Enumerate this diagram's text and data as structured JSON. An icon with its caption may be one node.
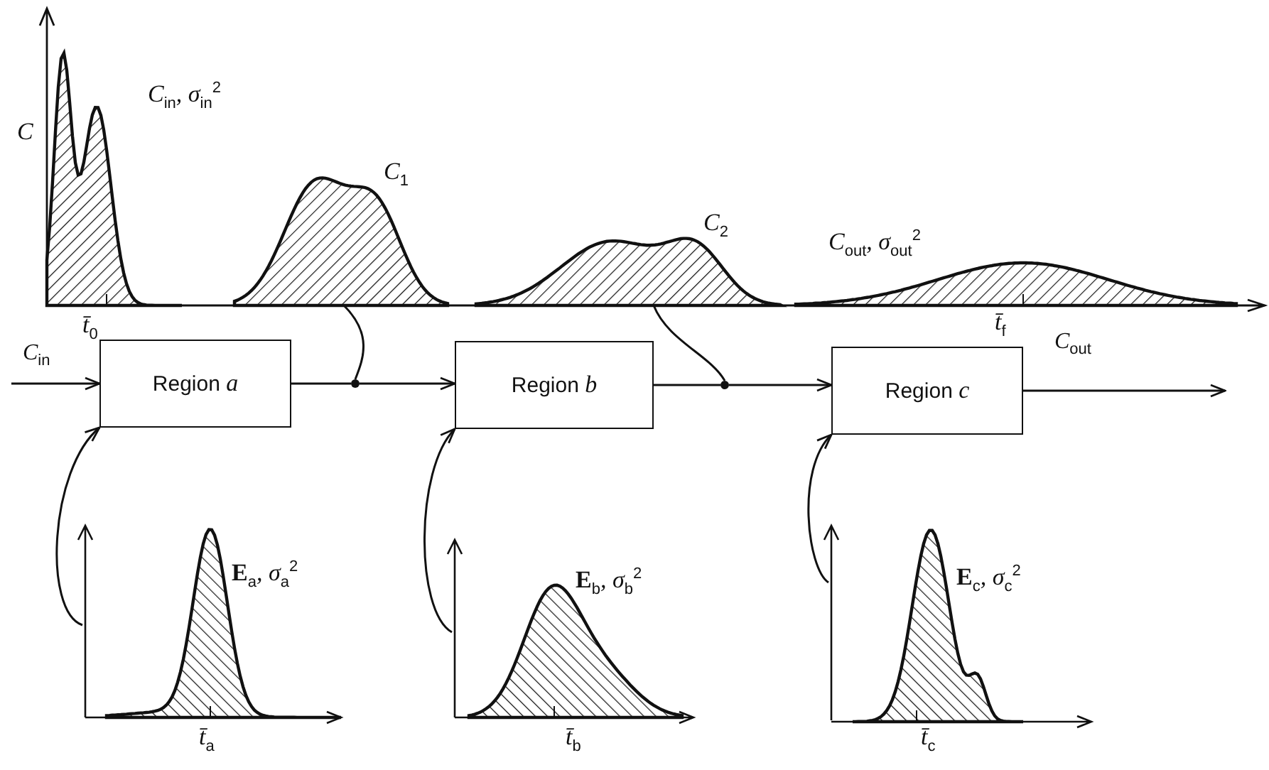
{
  "diagram": {
    "nodes": [
      {
        "text": [
          "Region *a*"
        ]
      },
      {
        "text": [
          "Region *b*"
        ]
      },
      {
        "text": [
          "Region *c*"
        ]
      },
      {
        "text": [],
        "shape": "picture",
        "beside": [
          "C$_{1}$"
        ]
      },
      {
        "text": [],
        "shape": "circle"
      },
      {
        "text": [],
        "shape": "picture",
        "beside": [
          "C$_{2}$"
        ]
      },
      {
        "text": [],
        "shape": "circle"
      },
      {
        "text": [],
        "shape": "picture",
        "beside": [
          "**E**$_{a}$, σ$_{a}$$^{2}$",
          "t̄$_{a}$"
        ]
      },
      {
        "text": [],
        "shape": "picture",
        "beside": [
          "**E**$_{b}$, σ$_{b}$$^{2}$",
          "t̄$_{b}$"
        ]
      },
      {
        "text": [],
        "shape": "picture",
        "beside": [
          "**E**$_{c}$, σ$_{c}$$^{2}$",
          "t̄$_{c}$"
        ]
      }
    ],
    "edges": [
      {
        "from": null,
        "to": 0,
        "arrow": "to",
        "label": "C$_{in}$"
      },
      {
        "from": 0,
        "to": 4,
        "arrow": "none"
      },
      {
        "from": 4,
        "to": 1,
        "arrow": "to"
      },
      {
        "from": 1,
        "to": 6,
        "arrow": "none"
      },
      {
        "from": 6,
        "to": 2,
        "arrow": "to"
      },
      {
        "from": 2,
        "to": null,
        "arrow": "to",
        "label": "C$_{out}$"
      },
      {
        "from": 3,
        "to": 4,
        "arrow": "none"
      },
      {
        "from": 5,
        "to": 6,
        "arrow": "none"
      },
      {
        "from": 7,
        "to": 0,
        "arrow": "to"
      },
      {
        "from": 8,
        "to": 1,
        "arrow": "to"
      },
      {
        "from": 9,
        "to": 2,
        "arrow": "to"
      }
    ],
    "labels": [
      "C",
      "C$_{in}$, σ$_{in}$$^{2}$",
      "C$_{out}$, σ$_{out}$$^{2}$",
      "t̄$_{0}$",
      "t̄$_{f}$"
    ]
  }
}
